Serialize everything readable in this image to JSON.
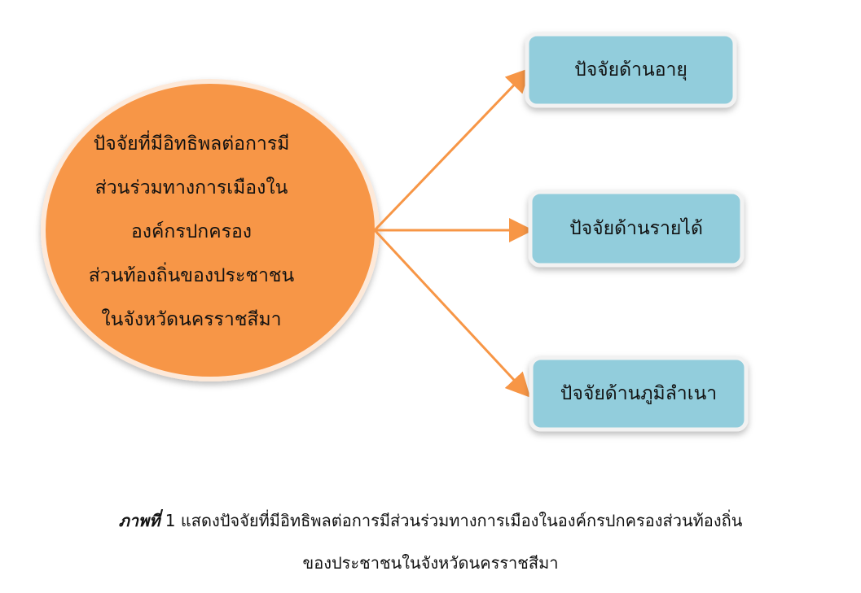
{
  "center_node": {
    "lines": [
      "ปัจจัยที่มีอิทธิพลต่อการมี",
      "ส่วนร่วมทางการเมืองใน",
      "องค์กรปกครอง",
      "ส่วนท้องถิ่นของประชาชน",
      "ในจังหวัดนครราชสีมา"
    ],
    "color": "#f79646"
  },
  "factor_nodes": [
    {
      "label": "ปัจจัยด้านอายุ"
    },
    {
      "label": "ปัจจัยด้านรายได้"
    },
    {
      "label": "ปัจจัยด้านภูมิลำเนา"
    }
  ],
  "box_color": "#92cddc",
  "arrow_color": "#f79646",
  "caption": {
    "prefix": "ภาพที่",
    "number": "1",
    "text": "แสดงปัจจัยที่มีอิทธิพลต่อการมีส่วนร่วมทางการเมืองในองค์กรปกครองส่วนท้องถิ่น",
    "line2": "ของประชาชนในจังหวัดนครราชสีมา"
  }
}
